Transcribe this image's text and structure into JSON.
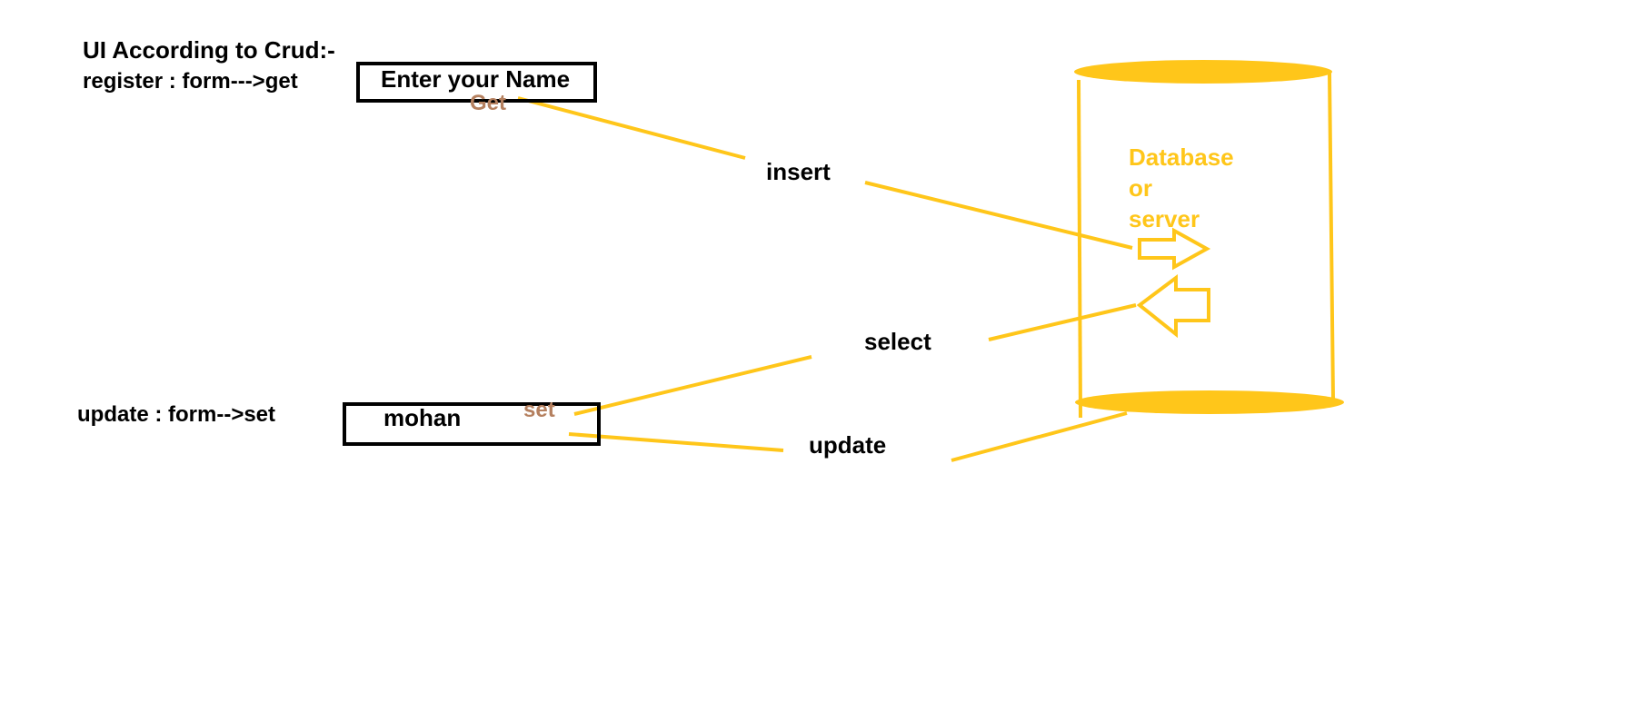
{
  "heading": {
    "line1": "UI According to Crud:-",
    "line2": "register : form--->get"
  },
  "register_field": {
    "value": "Enter your Name",
    "edge_label": "Get"
  },
  "update_section": {
    "label": "update : form-->set",
    "field_value": "mohan",
    "edge_label": "set"
  },
  "operations": {
    "insert": "insert",
    "select": "select",
    "update": "update"
  },
  "database": {
    "line1": "Database",
    "line2": "or",
    "line3": "server"
  },
  "colors": {
    "accent": "#ffc61a",
    "edge_label": "#b5805f",
    "text": "#000000"
  }
}
